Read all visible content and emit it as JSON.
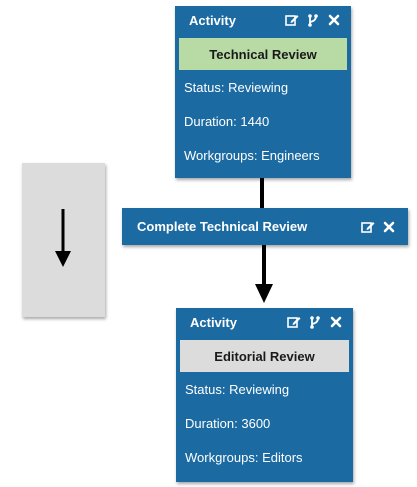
{
  "activities": [
    {
      "header": "Activity",
      "name": "Technical Review",
      "name_bg": "#b8dba5",
      "status": "Status: Reviewing",
      "duration": "Duration: 1440",
      "workgroups": "Workgroups: Engineers",
      "tools": [
        "edit-icon",
        "branch-icon",
        "close-icon"
      ]
    },
    {
      "header": "Activity",
      "name": "Editorial Review",
      "name_bg": "#dcdcdc",
      "status": "Status: Reviewing",
      "duration": "Duration: 3600",
      "workgroups": "Workgroups: Editors",
      "tools": [
        "edit-icon",
        "branch-icon",
        "close-icon"
      ]
    }
  ],
  "transition": {
    "label": "Complete Technical Review",
    "tools": [
      "edit-icon",
      "close-icon"
    ]
  },
  "colors": {
    "card_bg": "#1b6aa2",
    "connector": "#000000",
    "direction_box_bg": "#dcdcdc"
  },
  "direction_indicator": "arrow-down-icon"
}
